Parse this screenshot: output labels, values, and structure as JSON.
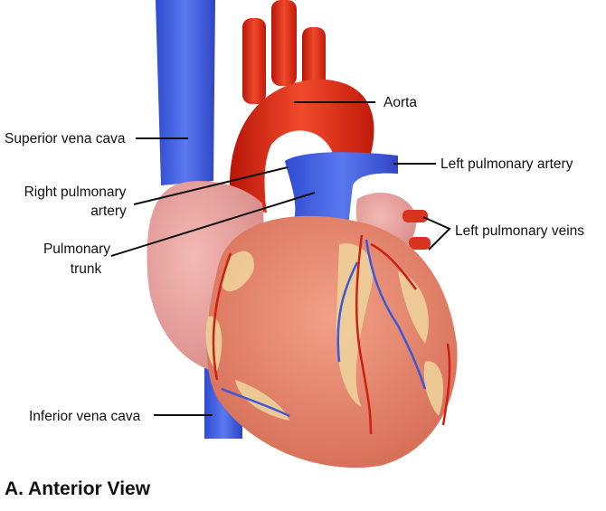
{
  "labels": {
    "aorta": "Aorta",
    "superior_vena_cava": "Superior vena cava",
    "left_pulmonary_artery": "Left pulmonary artery",
    "right_pulmonary_artery_line1": "Right pulmonary",
    "right_pulmonary_artery_line2": "artery",
    "pulmonary_trunk_line1": "Pulmonary",
    "pulmonary_trunk_line2": "trunk",
    "left_pulmonary_veins": "Left pulmonary veins",
    "inferior_vena_cava": "Inferior vena cava"
  },
  "caption": "A. Anterior View",
  "colors": {
    "vein_blue": "#3f5fe0",
    "artery_red": "#e02a1a",
    "myocardium": "#e98a72",
    "atrium_pink": "#e9a3a0",
    "fat_yellow": "#eed19a"
  }
}
